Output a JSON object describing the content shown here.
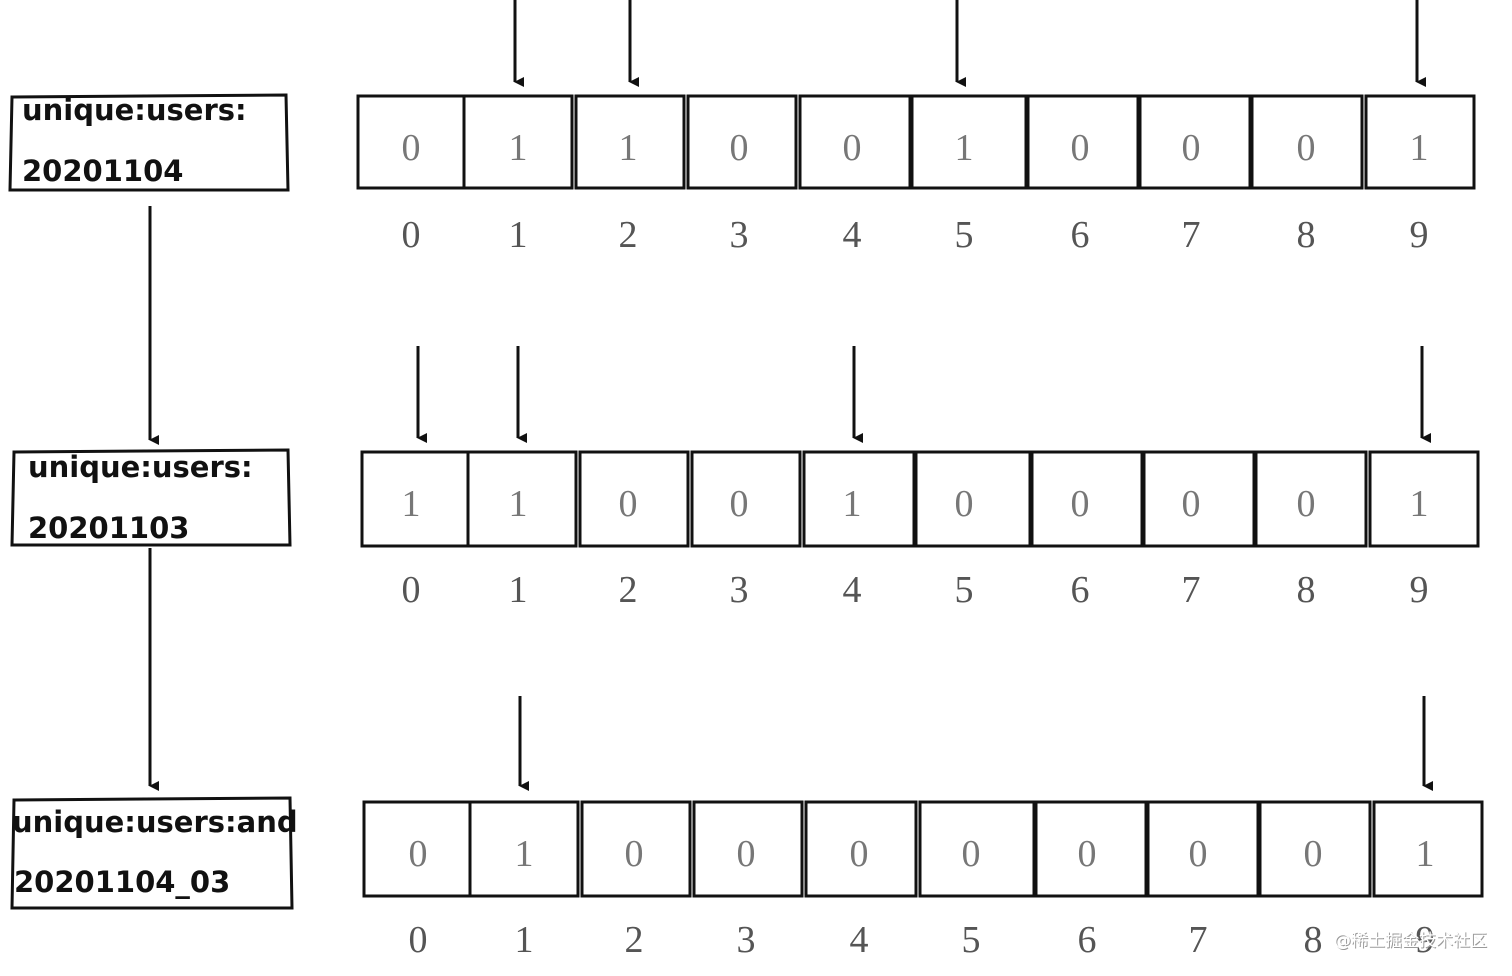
{
  "rows": [
    {
      "key_lines": [
        "unique:users:",
        "20201104"
      ],
      "bits": [
        "0",
        "1",
        "1",
        "0",
        "0",
        "1",
        "0",
        "0",
        "0",
        "1"
      ],
      "indices": [
        "0",
        "1",
        "2",
        "3",
        "4",
        "5",
        "6",
        "7",
        "8",
        "9"
      ]
    },
    {
      "key_lines": [
        "unique:users:",
        "20201103"
      ],
      "bits": [
        "1",
        "1",
        "0",
        "0",
        "1",
        "0",
        "0",
        "0",
        "0",
        "1"
      ],
      "indices": [
        "0",
        "1",
        "2",
        "3",
        "4",
        "5",
        "6",
        "7",
        "8",
        "9"
      ]
    },
    {
      "key_lines": [
        "unique:users:and",
        "20201104_03"
      ],
      "bits": [
        "0",
        "1",
        "0",
        "0",
        "0",
        "0",
        "0",
        "0",
        "0",
        "1"
      ],
      "indices": [
        "0",
        "1",
        "2",
        "3",
        "4",
        "5",
        "6",
        "7",
        "8",
        "9"
      ]
    }
  ],
  "watermark": "@稀土掘金技术社区",
  "colors": {
    "stroke": "#111111",
    "bit_text": "#777777",
    "index_text": "#555555"
  }
}
